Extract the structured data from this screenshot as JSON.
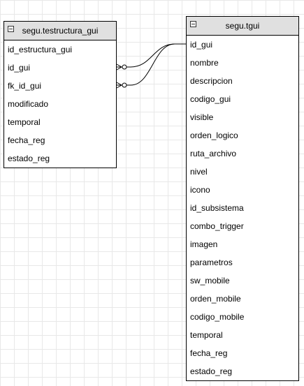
{
  "entities": {
    "left": {
      "name": "segu.testructura_gui",
      "fields": [
        "id_estructura_gui",
        "id_gui",
        "fk_id_gui",
        "modificado",
        "temporal",
        "fecha_reg",
        "estado_reg"
      ]
    },
    "right": {
      "name": "segu.tgui",
      "fields": [
        "id_gui",
        "nombre",
        "descripcion",
        "codigo_gui",
        "visible",
        "orden_logico",
        "ruta_archivo",
        "nivel",
        "icono",
        "id_subsistema",
        "combo_trigger",
        "imagen",
        "parametros",
        "sw_mobile",
        "orden_mobile",
        "codigo_mobile",
        "temporal",
        "fecha_reg",
        "estado_reg"
      ]
    }
  },
  "relations": [
    {
      "from_entity": "left",
      "from_field": "id_gui",
      "to_entity": "right",
      "to_field": "id_gui"
    },
    {
      "from_entity": "left",
      "from_field": "fk_id_gui",
      "to_entity": "right",
      "to_field": "id_gui"
    }
  ]
}
